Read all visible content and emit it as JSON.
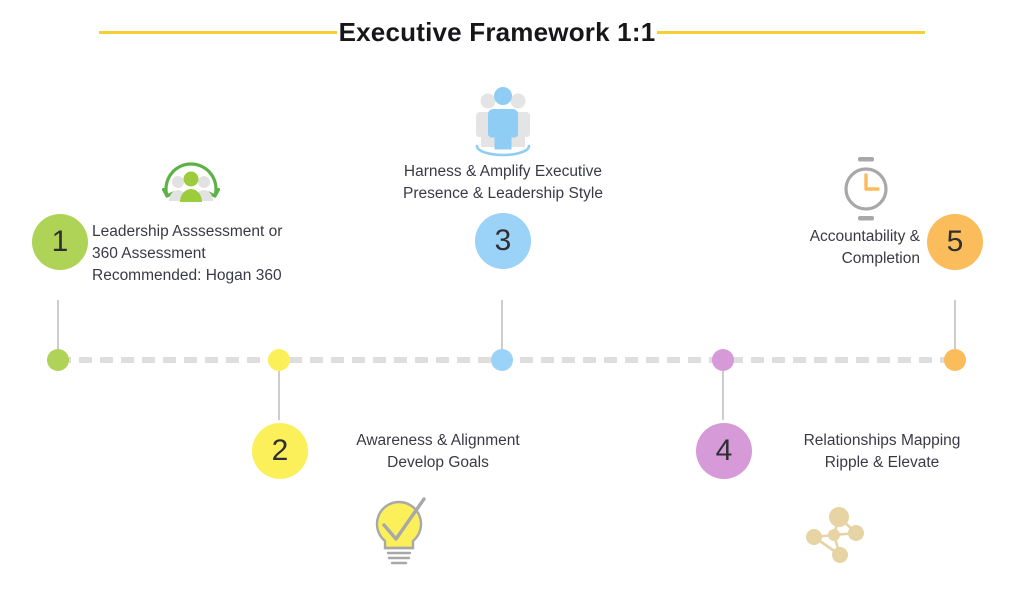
{
  "title": {
    "text": "Executive Framework 1:1",
    "rule_color": "#f5cf33"
  },
  "timeline": {
    "line_color": "#e0dedd",
    "stem_color": "#cfcdcb",
    "style": "dashed"
  },
  "steps": [
    {
      "number": "1",
      "color": "#aed champion",
      "badge_color": "#afd356",
      "dot_color": "#afd356",
      "position": "above",
      "caption": "Leadership Asssessment or\n360 Assessment\nRecommended: Hogan 360",
      "caption_align": "left",
      "icon": "people-refresh-icon"
    },
    {
      "number": "2",
      "badge_color": "#fbf05a",
      "dot_color": "#fbf05a",
      "position": "below",
      "caption": "Awareness & Alignment\nDevelop Goals",
      "caption_align": "center",
      "icon": "lightbulb-check-icon"
    },
    {
      "number": "3",
      "badge_color": "#9bd2f7",
      "dot_color": "#9bd2f7",
      "position": "above",
      "caption": "Harness & Amplify Executive\nPresence & Leadership Style",
      "caption_align": "center",
      "icon": "group-presence-icon"
    },
    {
      "number": "4",
      "badge_color": "#d69ad9",
      "dot_color": "#d69ad9",
      "position": "below",
      "caption": "Relationships Mapping\nRipple & Elevate",
      "caption_align": "center",
      "icon": "network-nodes-icon"
    },
    {
      "number": "5",
      "badge_color": "#fbbd5c",
      "dot_color": "#fbbd5c",
      "position": "above",
      "caption": "Accountability &\nCompletion",
      "caption_align": "right",
      "icon": "stopwatch-icon"
    }
  ],
  "palette": {
    "green": "#afd356",
    "yellow": "#fbf05a",
    "blue": "#9bd2f7",
    "purple": "#d69ad9",
    "orange": "#fbbd5c",
    "gray_icon": "#a8a8a8",
    "gray_light": "#e4e4e4",
    "tan": "#e6d4a5",
    "text": "#3a3a46"
  }
}
